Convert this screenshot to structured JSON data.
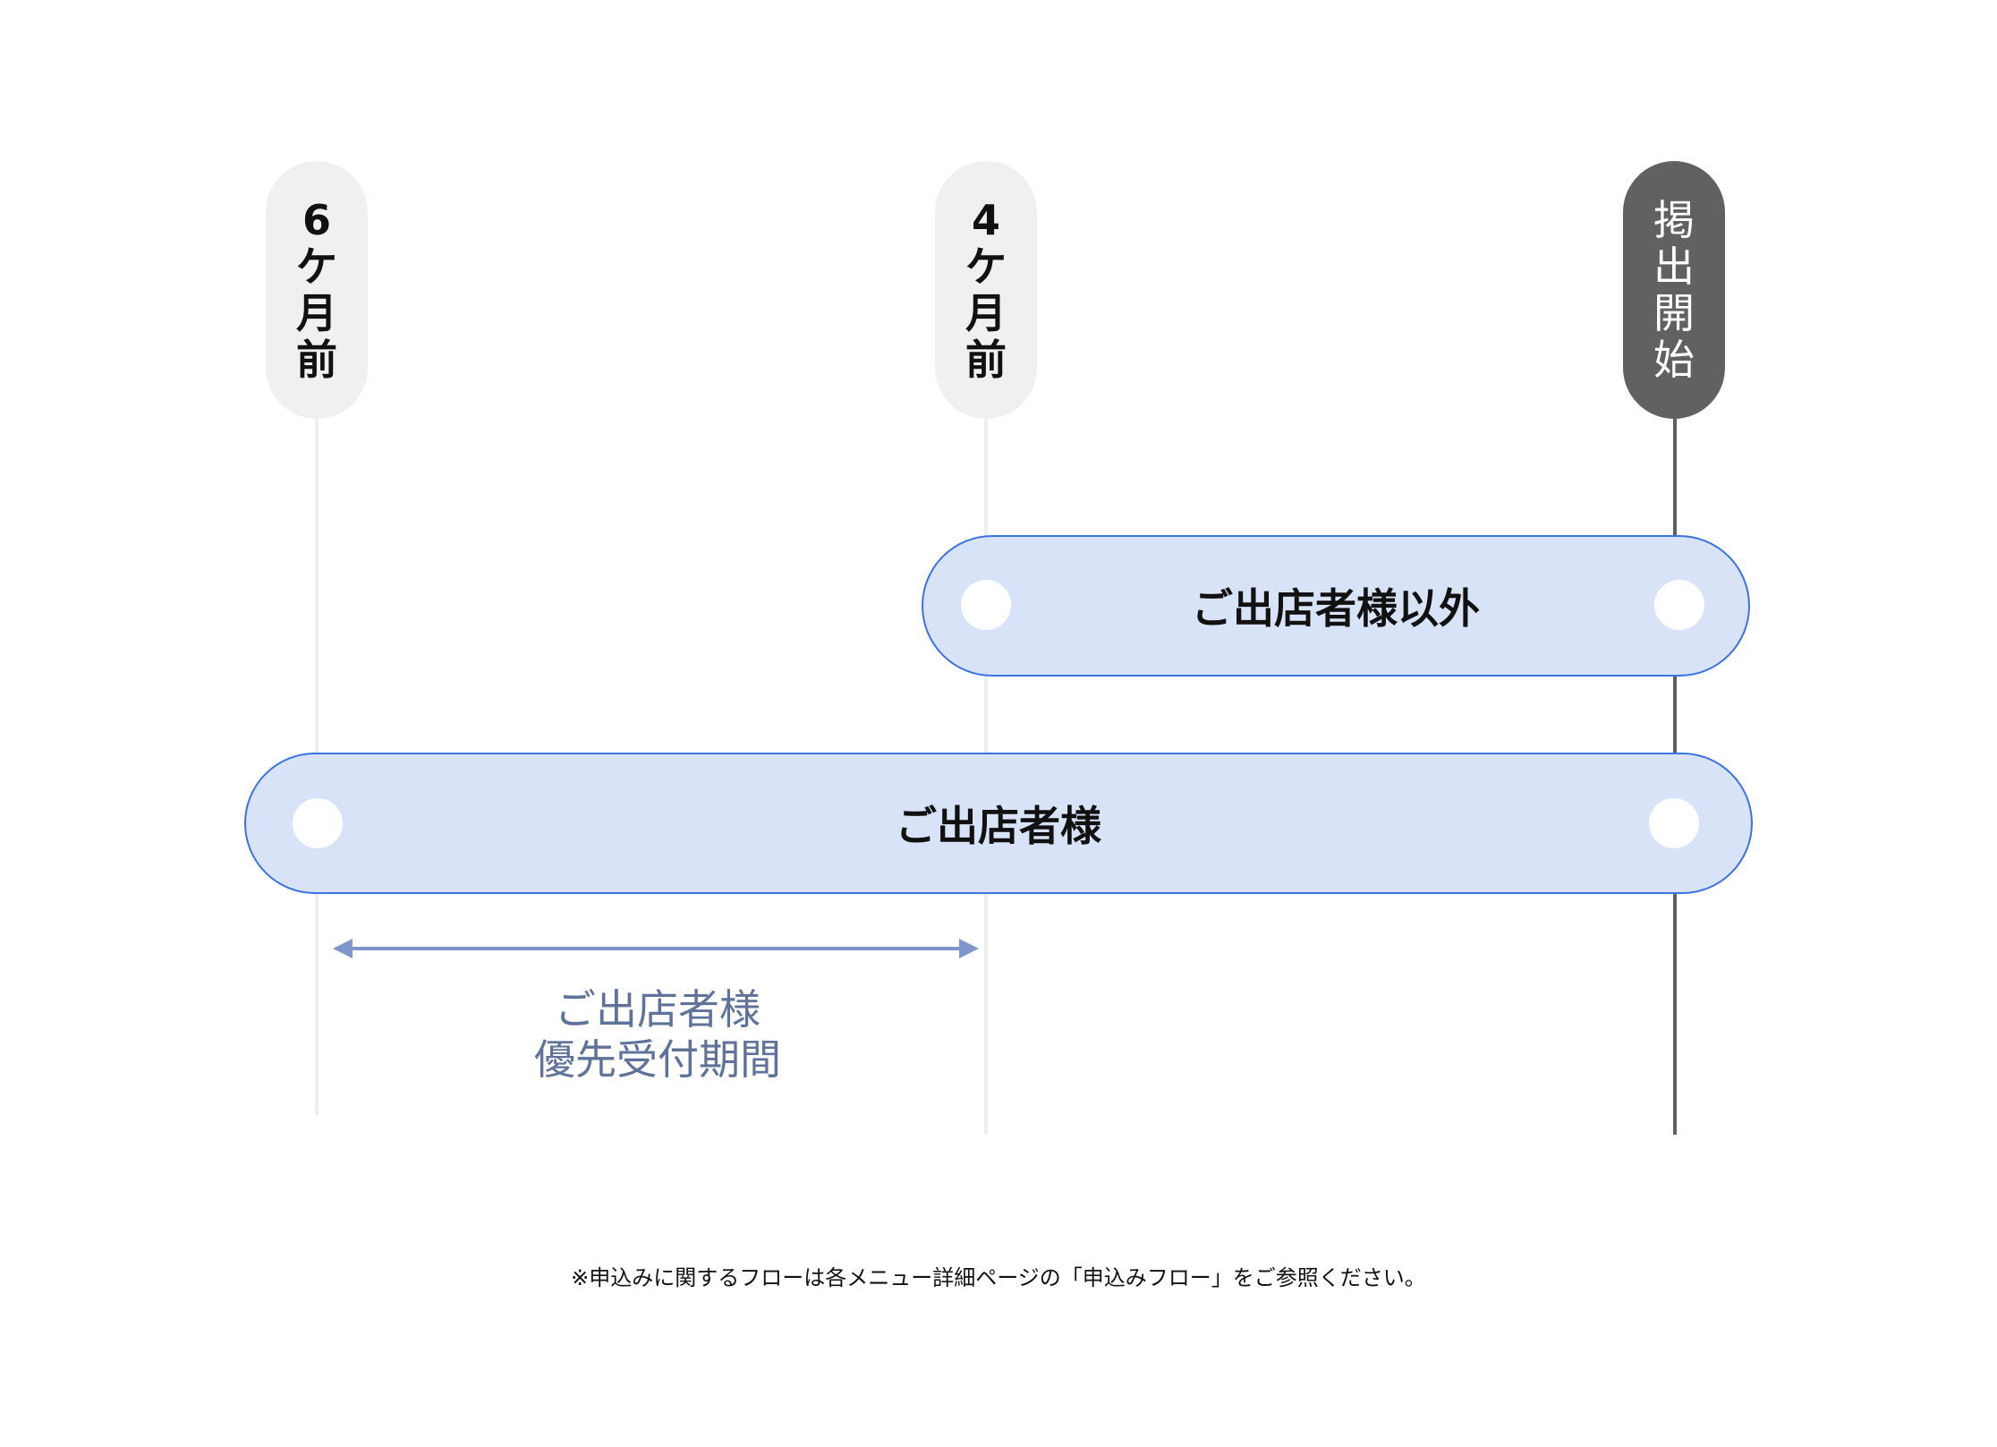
{
  "milestones": [
    {
      "id": "six-months-before",
      "chars": [
        "6",
        "ケ",
        "月",
        "前"
      ],
      "label": "6ケ月前",
      "style": "light"
    },
    {
      "id": "four-months-before",
      "chars": [
        "4",
        "ケ",
        "月",
        "前"
      ],
      "label": "4ケ月前",
      "style": "light"
    },
    {
      "id": "listing-start",
      "chars": [
        "掲",
        "出",
        "開",
        "始"
      ],
      "label": "掲出開始",
      "style": "dark"
    }
  ],
  "bars": [
    {
      "id": "non-exhibitors",
      "label": "ご出店者様以外",
      "from": "4ケ月前",
      "to": "掲出開始"
    },
    {
      "id": "exhibitors",
      "label": "ご出店者様",
      "from": "6ケ月前",
      "to": "掲出開始"
    }
  ],
  "priority_period": {
    "line1": "ご出店者様",
    "line2": "優先受付期間",
    "from": "6ケ月前",
    "to": "4ケ月前"
  },
  "footnote": "※申込みに関するフローは各メニュー詳細ページの「申込みフロー」をご参照ください。",
  "colors": {
    "bar_fill": "#d9e3f8",
    "bar_border": "#3b73e0",
    "pill_light": "#f0f0f0",
    "pill_dark": "#616161",
    "arrow": "#7f97cc",
    "period_text": "#5f7299"
  }
}
